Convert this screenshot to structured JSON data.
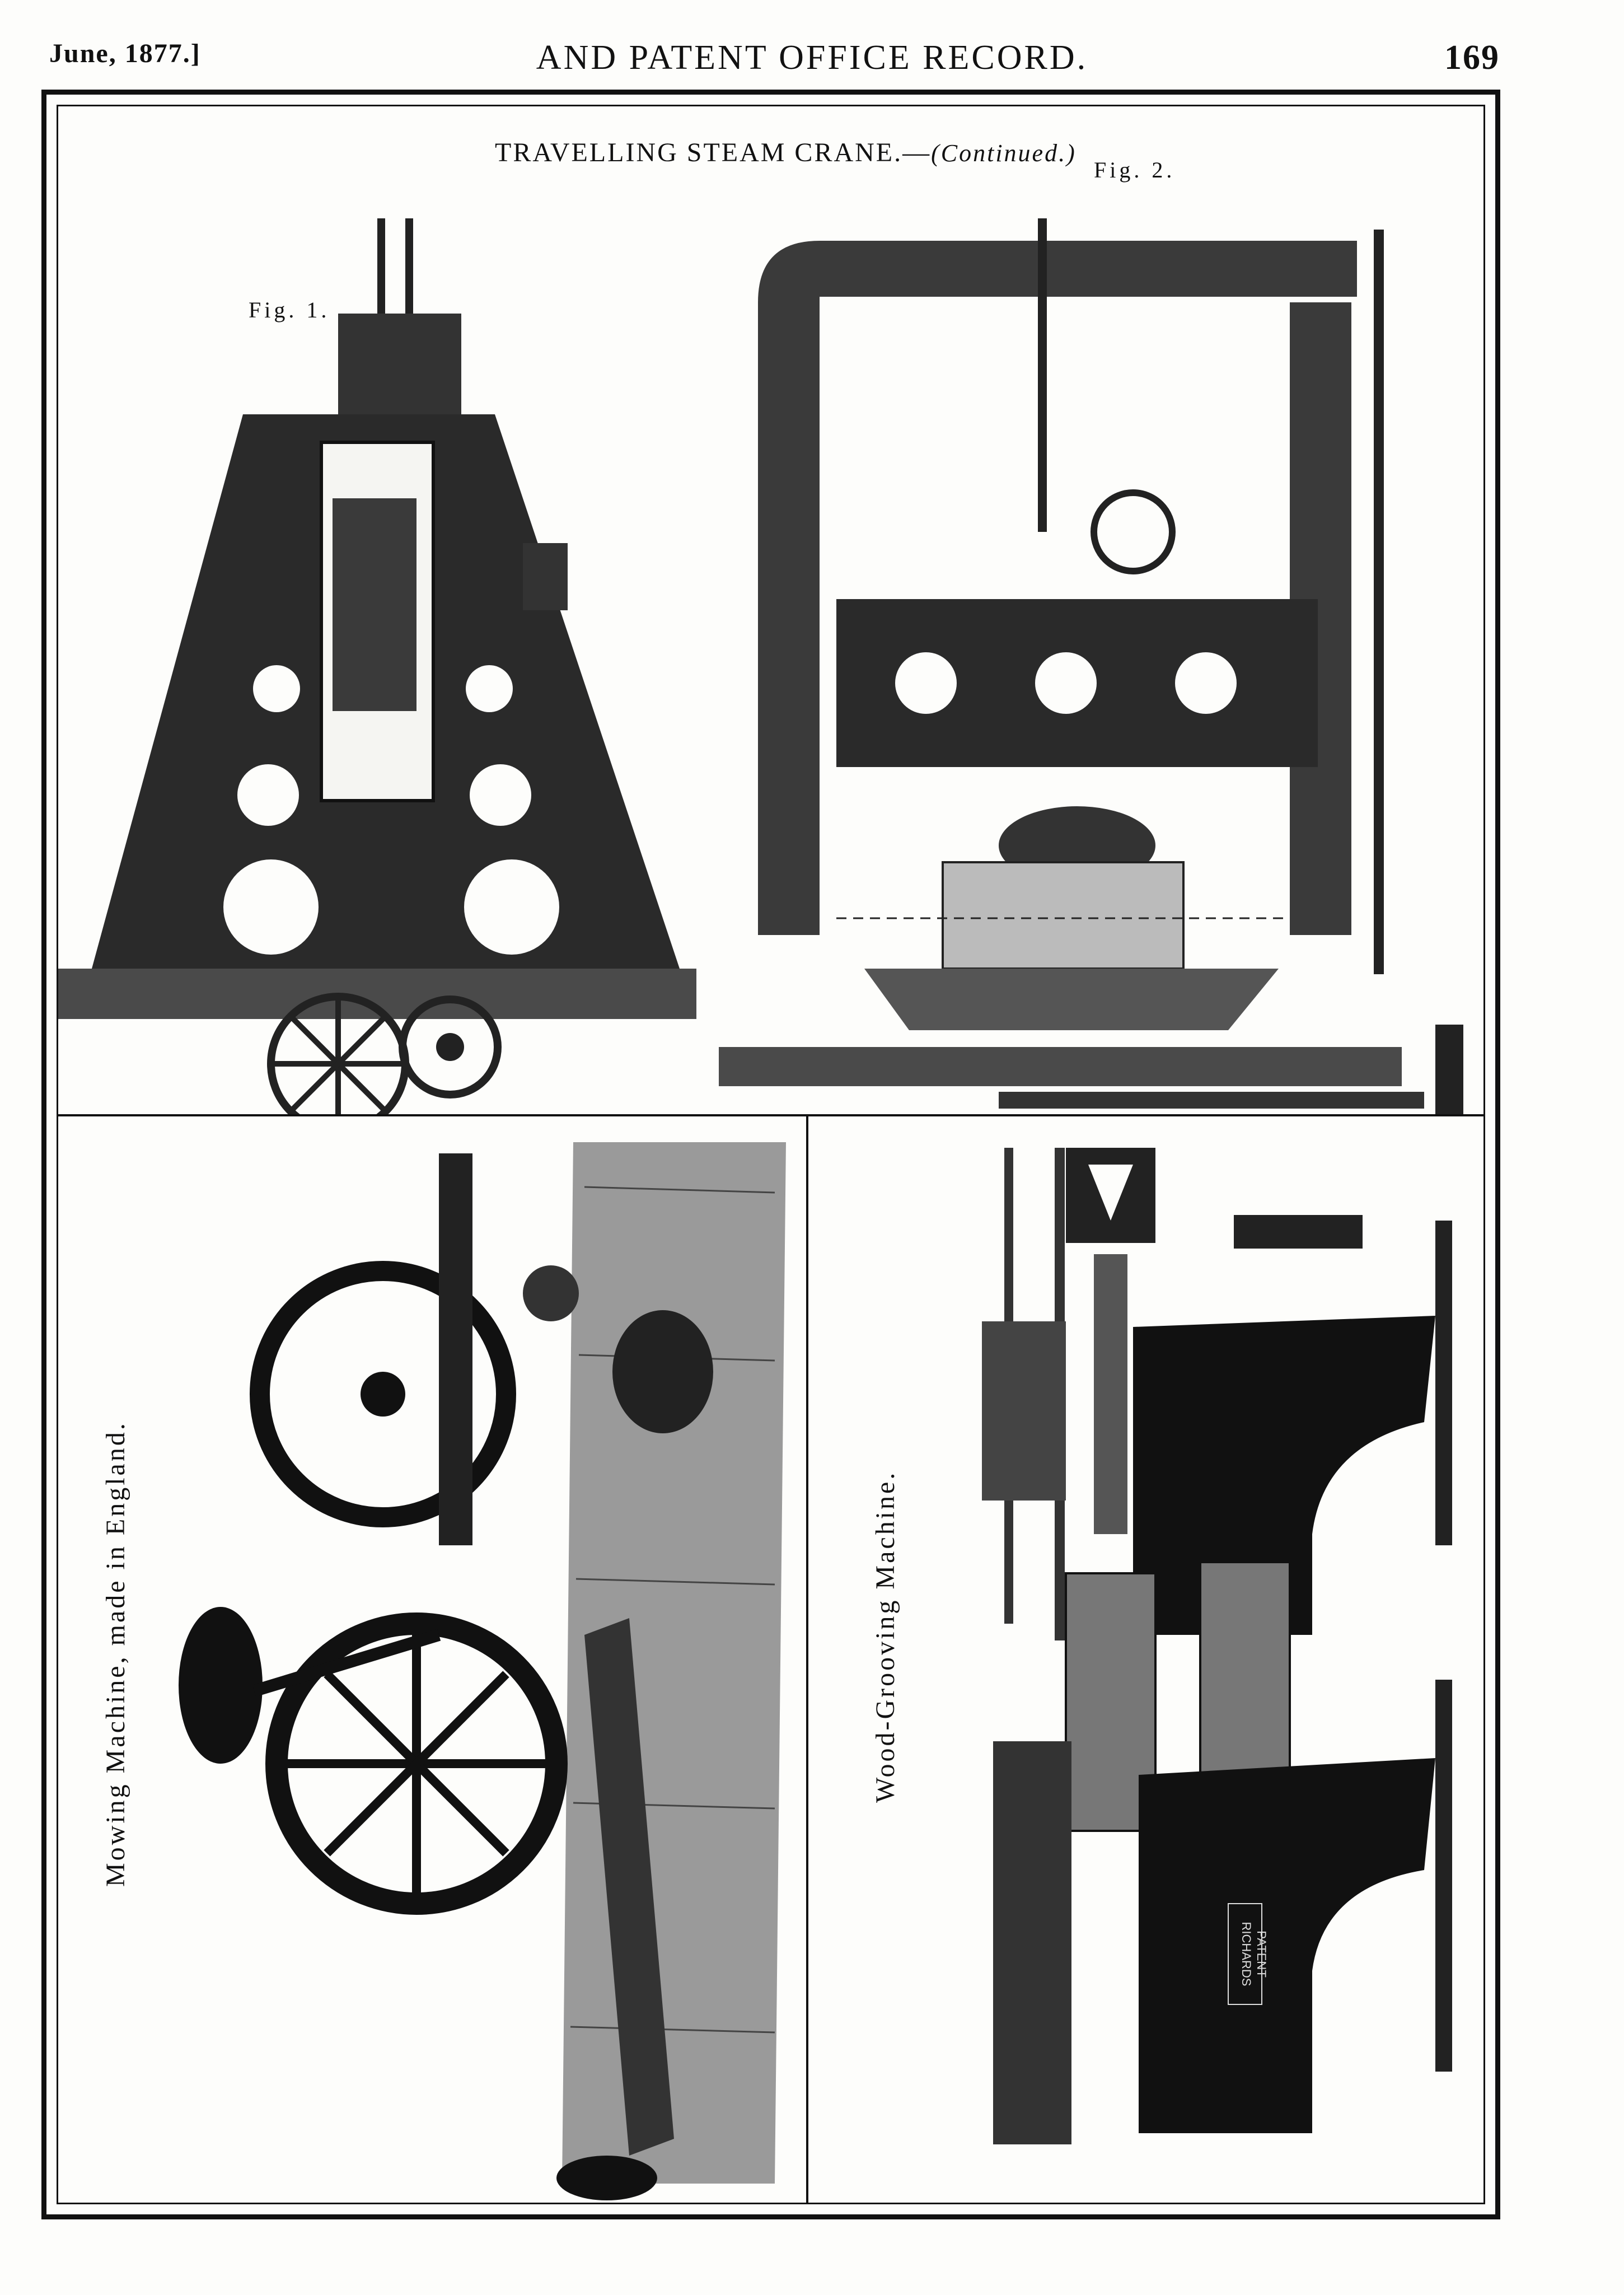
{
  "header": {
    "date": "June, 1877.]",
    "title": "AND PATENT OFFICE RECORD.",
    "page_number": "169"
  },
  "plate": {
    "crane_caption": "TRAVELLING STEAM CRANE.—",
    "crane_caption_cont": "(Continued.)",
    "fig1_label": "Fig. 1.",
    "fig2_label": "Fig. 2.",
    "mowing_caption": "Mowing Machine, made in England.",
    "wood_caption": "Wood-Grooving Machine.",
    "patent_mark": "RICHARDS PATENT"
  }
}
